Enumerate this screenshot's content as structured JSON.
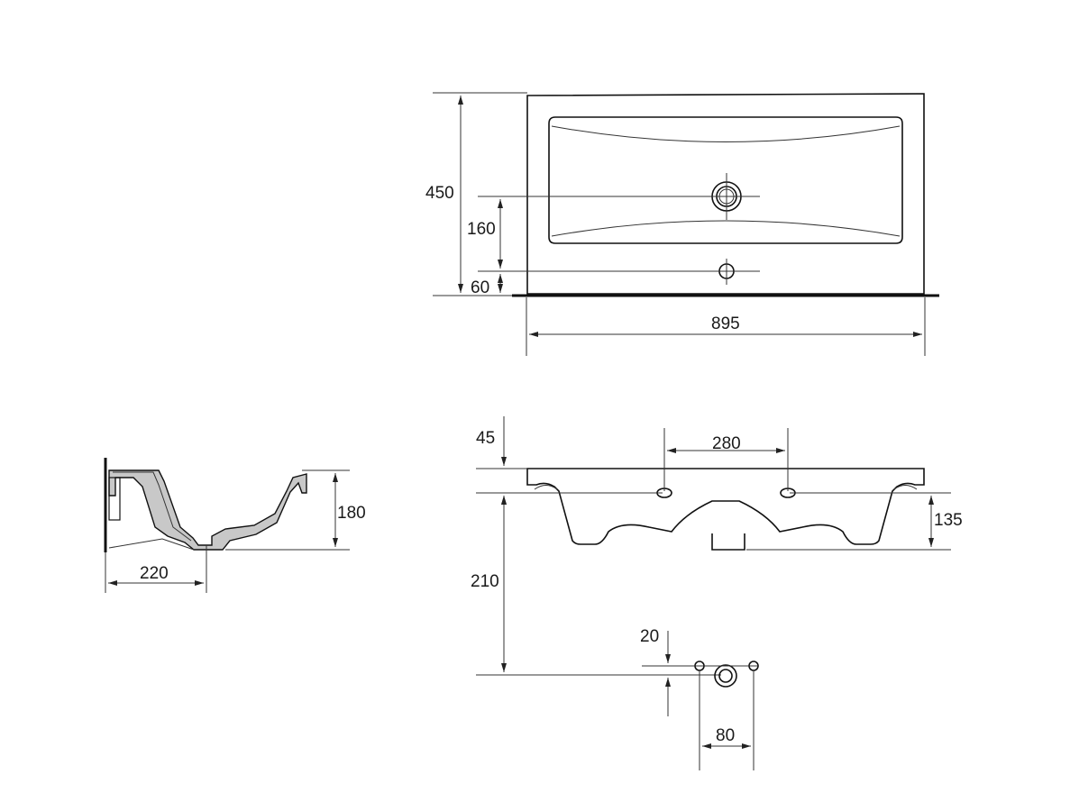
{
  "diagram": {
    "top_view": {
      "width_label": "895",
      "depth_label": "450",
      "drain_offset_label": "160",
      "tap_hole_offset_label": "60"
    },
    "side_section": {
      "depth_label": "220",
      "height_label": "180"
    },
    "front_view": {
      "rim_label": "45",
      "mount_spacing_label": "280",
      "mount_height_label": "135",
      "drain_height_label": "210"
    },
    "fixing_detail": {
      "vertical_label": "20",
      "spacing_label": "80"
    }
  }
}
